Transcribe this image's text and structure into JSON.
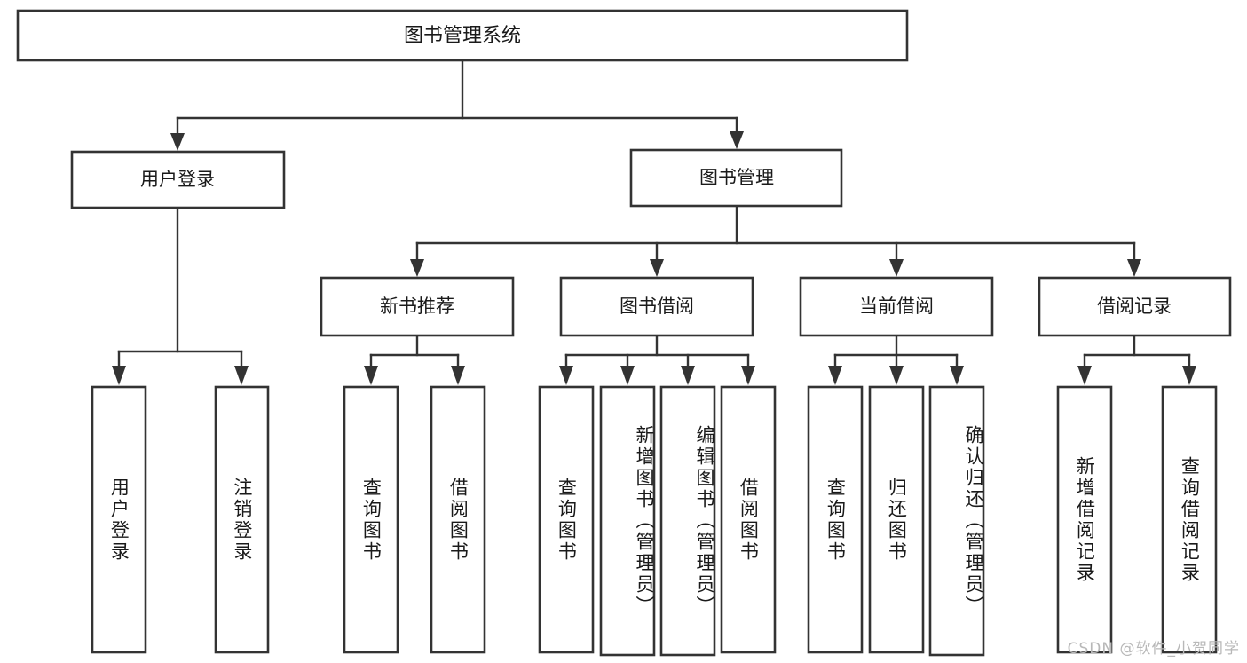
{
  "diagram": {
    "title": "图书管理系统",
    "type": "tree-hierarchy",
    "orientation": "top-down",
    "root": {
      "label": "图书管理系统"
    },
    "level1": [
      {
        "label": "用户登录"
      },
      {
        "label": "图书管理"
      }
    ],
    "level2": [
      {
        "label": "新书推荐",
        "parent": "图书管理"
      },
      {
        "label": "图书借阅",
        "parent": "图书管理"
      },
      {
        "label": "当前借阅",
        "parent": "图书管理"
      },
      {
        "label": "借阅记录",
        "parent": "图书管理"
      }
    ],
    "leaves_user_login": [
      {
        "label": "用户登录"
      },
      {
        "label": "注销登录"
      }
    ],
    "leaves_new_book": [
      {
        "label": "查询图书"
      },
      {
        "label": "借阅图书"
      }
    ],
    "leaves_borrow": [
      {
        "label": "查询图书"
      },
      {
        "label": "新增图书（管理员）"
      },
      {
        "label": "编辑图书（管理员）"
      },
      {
        "label": "借阅图书"
      }
    ],
    "leaves_current": [
      {
        "label": "查询图书"
      },
      {
        "label": "归还图书"
      },
      {
        "label": "确认归还（管理员）"
      }
    ],
    "leaves_record": [
      {
        "label": "新增借阅记录"
      },
      {
        "label": "查询借阅记录"
      }
    ]
  },
  "watermark": {
    "text": "CSDN @软件_小贺同学"
  },
  "colors": {
    "stroke": "#333333",
    "fill": "#ffffff",
    "text": "#1a1a1a",
    "watermark": "#b8b8b8"
  }
}
